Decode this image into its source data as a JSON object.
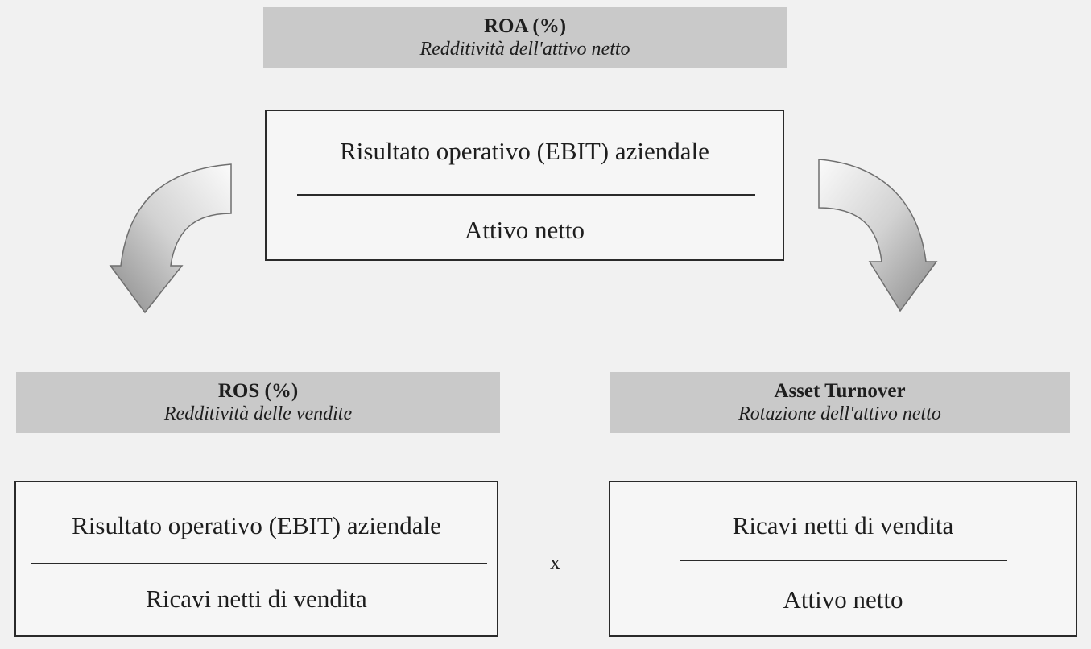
{
  "roa": {
    "title": "ROA (%)",
    "subtitle": "Redditività dell'attivo netto",
    "numerator": "Risultato operativo (EBIT) aziendale",
    "denominator": "Attivo netto"
  },
  "ros": {
    "title": "ROS (%)",
    "subtitle": "Redditività delle vendite",
    "numerator": "Risultato operativo (EBIT) aziendale",
    "denominator": "Ricavi netti di vendita"
  },
  "asset_turnover": {
    "title": "Asset Turnover",
    "subtitle": "Rotazione dell'attivo netto",
    "numerator": "Ricavi netti di vendita",
    "denominator": "Attivo netto"
  },
  "operator": "x",
  "colors": {
    "band": "#c9c9c9",
    "arrow_light": "#f8f8f8",
    "arrow_dark": "#8a8a8a"
  },
  "icons": {
    "left_arrow": "curved-arrow-down-left-icon",
    "right_arrow": "curved-arrow-down-right-icon"
  }
}
